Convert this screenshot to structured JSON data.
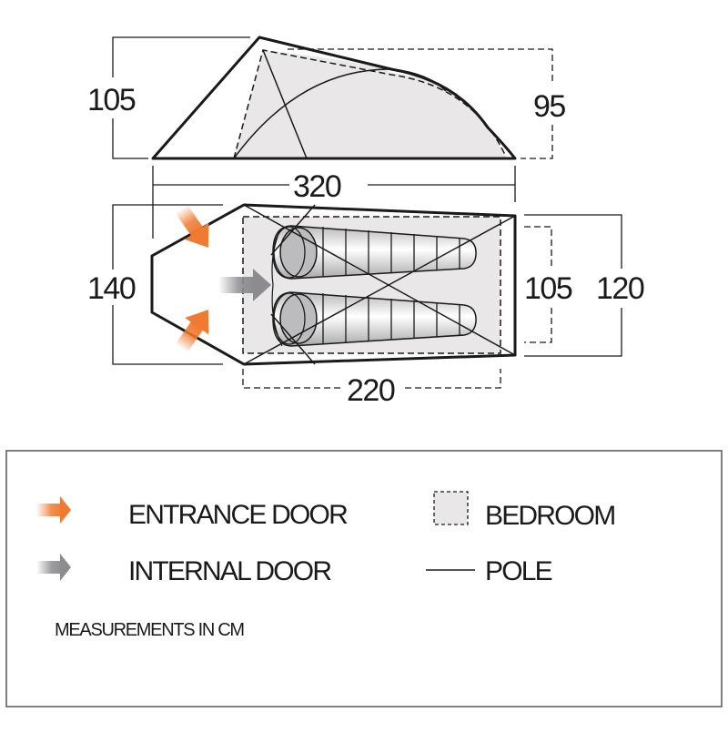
{
  "diagram": {
    "side_view": {
      "height_outer_label": "105",
      "height_bedroom_label": "95",
      "length_label": "320"
    },
    "plan_view": {
      "width_outer_label": "140",
      "bedroom_width_label": "105",
      "rear_width_label": "120",
      "bedroom_length_label": "220"
    }
  },
  "legend": {
    "entrance_door": "ENTRANCE DOOR",
    "internal_door": "INTERNAL DOOR",
    "bedroom": "BEDROOM",
    "pole": "POLE",
    "units_note": "MEASUREMENTS IN CM"
  },
  "colors": {
    "entrance_arrow": "#f07a30",
    "internal_arrow": "#8c8c8f",
    "bedroom_fill": "#e9e7e7",
    "line": "#1a1a1a"
  }
}
